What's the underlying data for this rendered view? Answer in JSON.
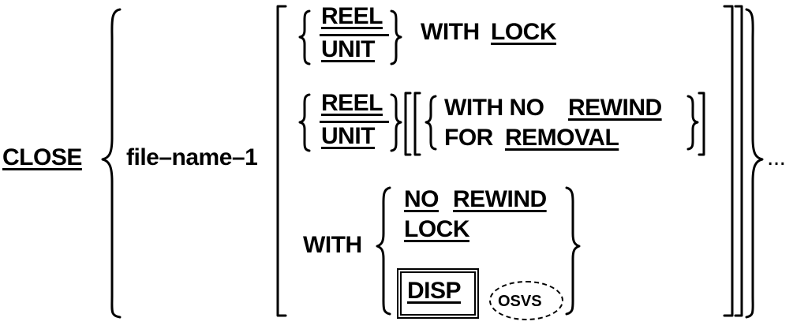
{
  "syntax": {
    "verb": "CLOSE",
    "operand": "file–name–1",
    "row1": {
      "opt_top": "REEL",
      "opt_bottom": "UNIT",
      "with": "WITH",
      "lock": "LOCK"
    },
    "row2": {
      "opt_top": "REEL",
      "opt_bottom": "UNIT",
      "with_no": "WITH NO",
      "rewind": "REWIND",
      "for": "FOR",
      "removal": "REMOVAL"
    },
    "row3": {
      "with": "WITH",
      "no": "NO",
      "rewind": "REWIND",
      "lock": "LOCK",
      "disp": "DISP",
      "osvs": "OSVS"
    },
    "ellipsis": "..."
  }
}
